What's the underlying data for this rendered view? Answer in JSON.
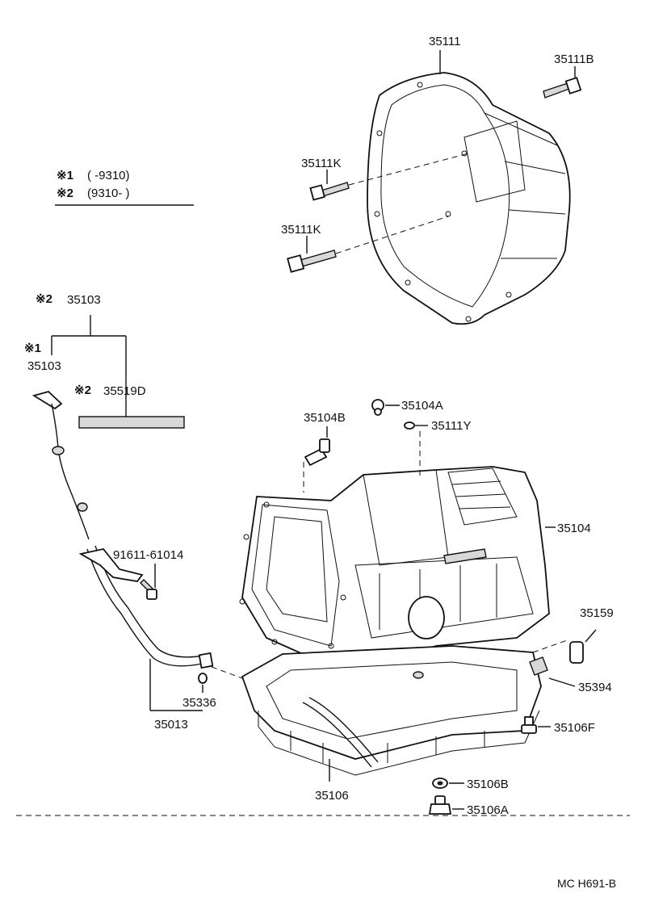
{
  "legend": {
    "note1_mark": "※1",
    "note1_range": "(      -9310)",
    "note2_mark": "※2",
    "note2_range": "(9310-      )"
  },
  "parts": {
    "p35111": "35111",
    "p35111B": "35111B",
    "p35111K_a": "35111K",
    "p35111K_b": "35111K",
    "p35103_note2_mark": "※2",
    "p35103_note2": "35103",
    "p35103_note1_mark": "※1",
    "p35103_note1": "35103",
    "p35519D_mark": "※2",
    "p35519D": "35519D",
    "p35104A": "35104A",
    "p35104B": "35104B",
    "p35111Y": "35111Y",
    "p35104": "35104",
    "p91611": "91611-61014",
    "p35159": "35159",
    "p35394": "35394",
    "p35336": "35336",
    "p35013": "35013",
    "p35106F": "35106F",
    "p35106": "35106",
    "p35106B": "35106B",
    "p35106A": "35106A"
  },
  "footer": {
    "code": "MC H691-B"
  }
}
